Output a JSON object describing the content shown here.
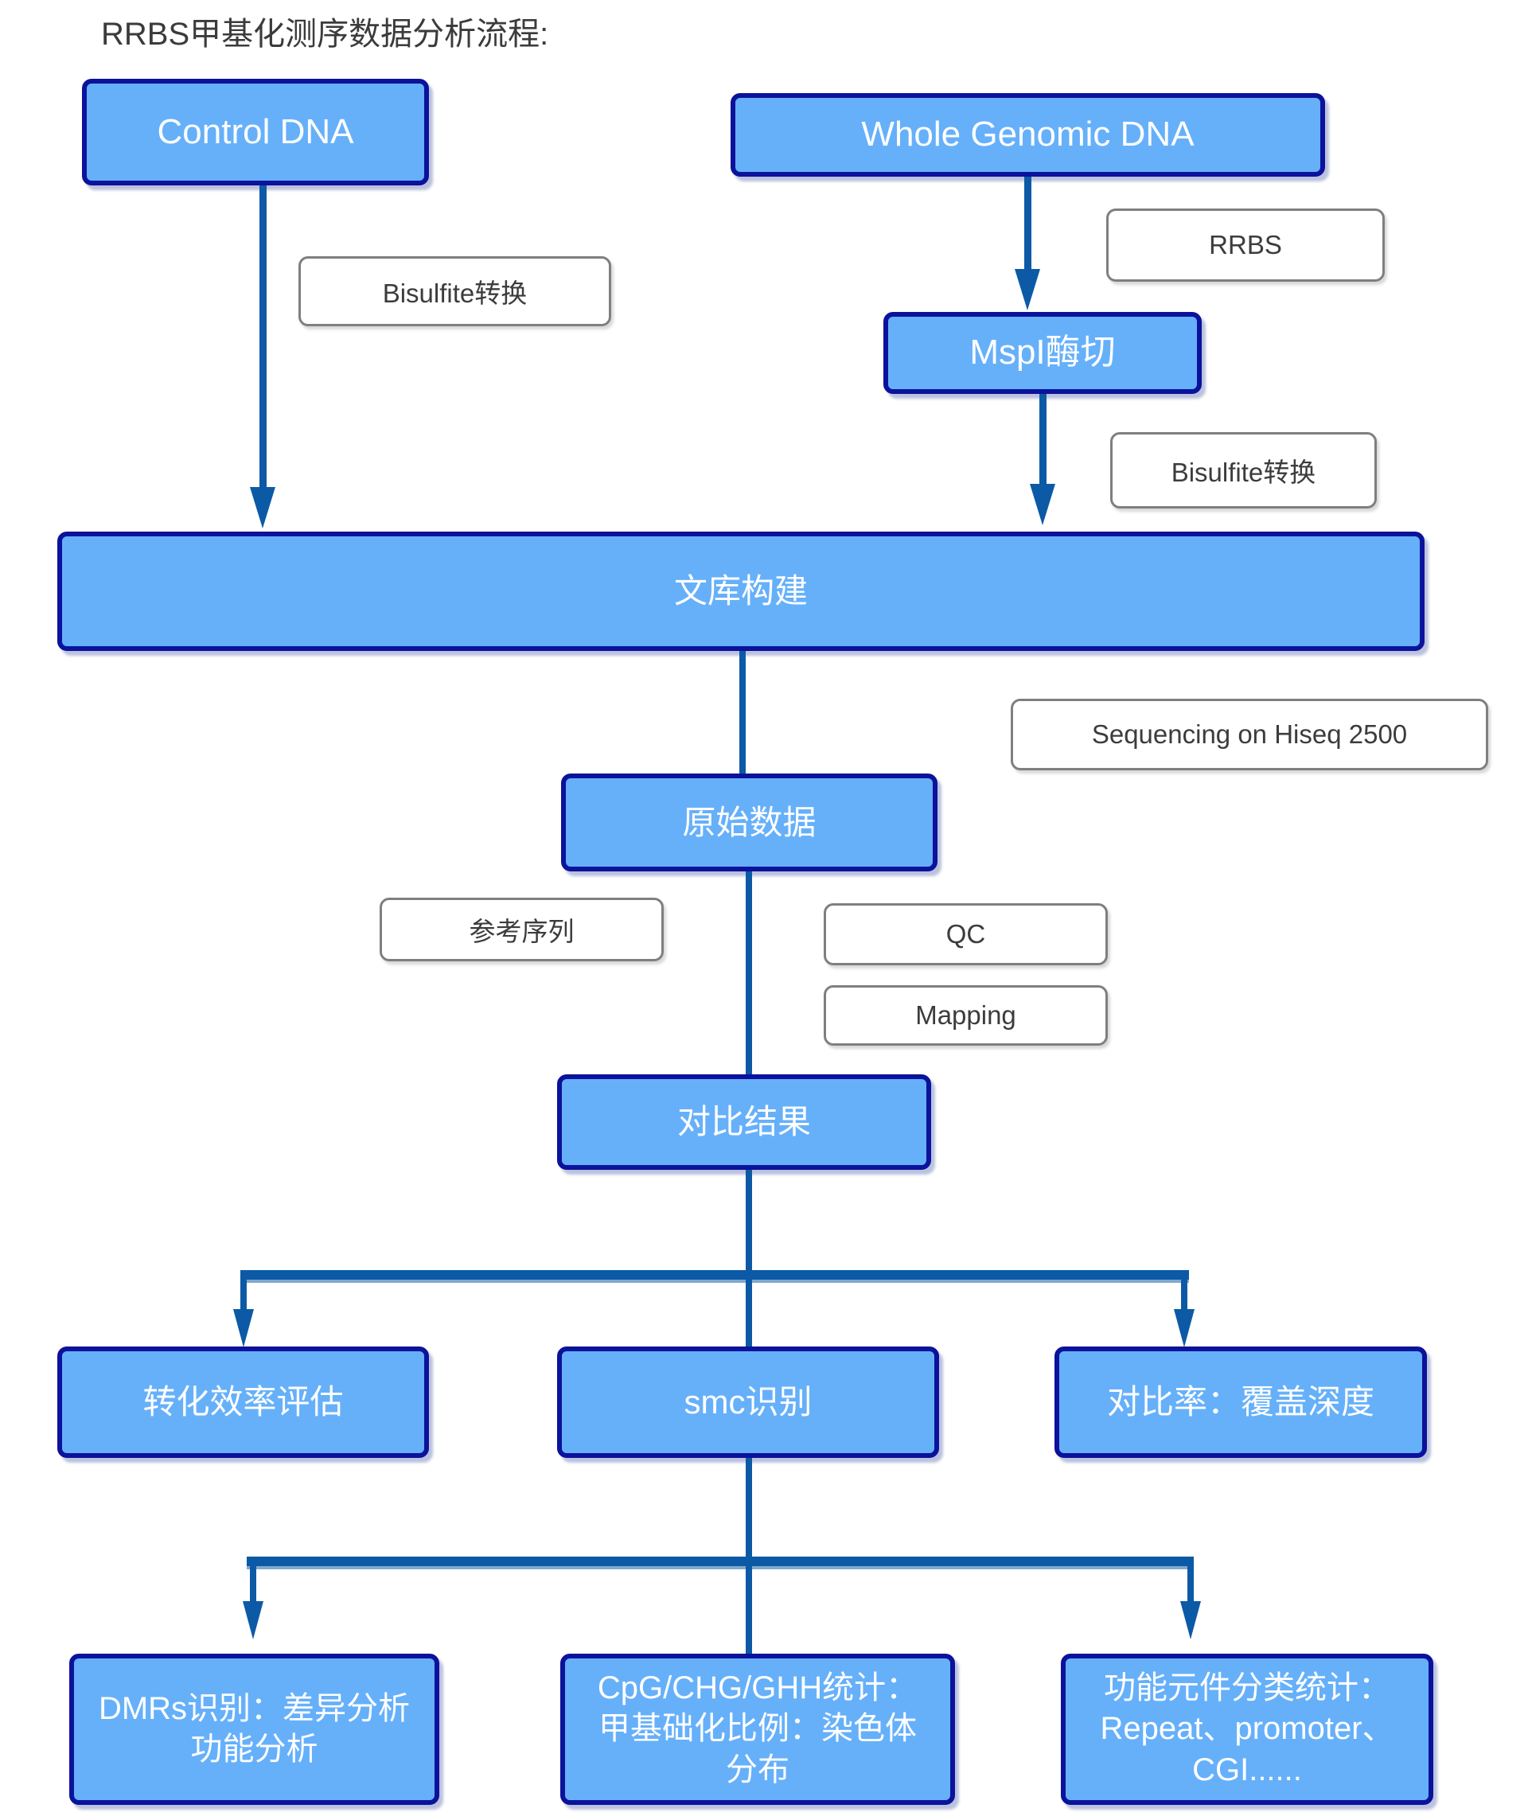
{
  "title": "RRBS甲基化测序数据分析流程:",
  "nodes": {
    "control_dna": "Control DNA",
    "whole_genomic_dna": "Whole Genomic DNA",
    "mspi_digest": "MspI酶切",
    "library_construction": "文库构建",
    "raw_data": "原始数据",
    "align_result": "对比结果",
    "conversion_eval": "转化效率评估",
    "smc_identify": "smc识别",
    "align_ratio": "对比率：覆盖深度",
    "dmrs": "DMRs识别：差异分析\n功能分析",
    "cpg_stats": "CpG/CHG/GHH统计：\n甲基础化比例：染色体\n分布",
    "functional_elements": "功能元件分类统计：\nRepeat、promoter、\nCGI......"
  },
  "labels": {
    "bisulfite_left": "Bisulfite转换",
    "rrbs": "RRBS",
    "bisulfite_right": "Bisulfite转换",
    "sequencing": "Sequencing on Hiseq 2500",
    "reference_seq": "参考序列",
    "qc": "QC",
    "mapping": "Mapping"
  },
  "colors": {
    "node_fill": "#66b0fa",
    "node_border": "#0b129b",
    "connector_blue": "#0c5aa6",
    "label_border": "#7f7f7f",
    "label_text": "#3c3c3c"
  }
}
